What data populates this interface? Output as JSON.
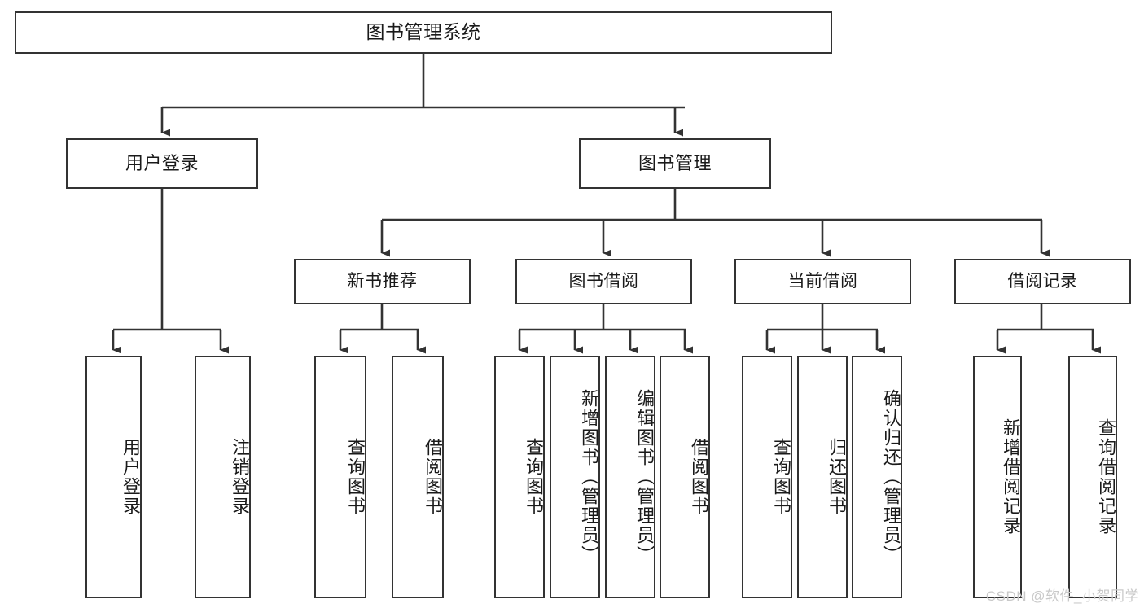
{
  "diagram": {
    "title": "图书管理系统",
    "watermark": "CSDN @软件_小贺同学",
    "line_color": "#333333",
    "box_fill": "#ffffff",
    "text_color": "#1a1a1a",
    "nodes": {
      "root": {
        "label": "图书管理系统"
      },
      "level1": [
        {
          "id": "user-login",
          "label": "用户登录"
        },
        {
          "id": "book-management",
          "label": "图书管理"
        }
      ],
      "level2": [
        {
          "id": "new-book-recommend",
          "label": "新书推荐",
          "parent": "book-management"
        },
        {
          "id": "book-borrow",
          "label": "图书借阅",
          "parent": "book-management"
        },
        {
          "id": "current-borrow",
          "label": "当前借阅",
          "parent": "book-management"
        },
        {
          "id": "borrow-record",
          "label": "借阅记录",
          "parent": "book-management"
        }
      ],
      "leaves": [
        {
          "id": "leaf-user-login",
          "label": "用户登录",
          "parent": "user-login"
        },
        {
          "id": "leaf-logout-login",
          "label": "注销登录",
          "parent": "user-login"
        },
        {
          "id": "leaf-query-book-1",
          "label": "查询图书",
          "parent": "new-book-recommend"
        },
        {
          "id": "leaf-borrow-book-1",
          "label": "借阅图书",
          "parent": "new-book-recommend"
        },
        {
          "id": "leaf-query-book-2",
          "label": "查询图书",
          "parent": "book-borrow"
        },
        {
          "id": "leaf-add-book",
          "label": "新增图书（管理员）",
          "parent": "book-borrow"
        },
        {
          "id": "leaf-edit-book",
          "label": "编辑图书（管理员）",
          "parent": "book-borrow"
        },
        {
          "id": "leaf-borrow-book-2",
          "label": "借阅图书",
          "parent": "book-borrow"
        },
        {
          "id": "leaf-query-book-3",
          "label": "查询图书",
          "parent": "current-borrow"
        },
        {
          "id": "leaf-return-book",
          "label": "归还图书",
          "parent": "current-borrow"
        },
        {
          "id": "leaf-confirm-return",
          "label": "确认归还（管理员）",
          "parent": "current-borrow"
        },
        {
          "id": "leaf-add-record",
          "label": "新增借阅记录",
          "parent": "borrow-record"
        },
        {
          "id": "leaf-query-record",
          "label": "查询借阅记录",
          "parent": "borrow-record"
        }
      ]
    }
  }
}
